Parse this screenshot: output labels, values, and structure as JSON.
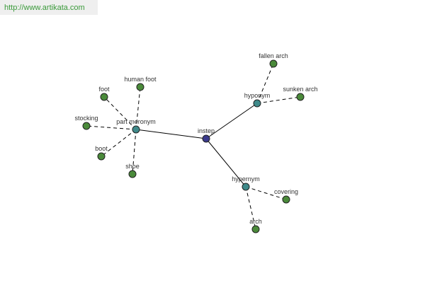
{
  "banner": {
    "url": "http://www.artikata.com"
  },
  "colors": {
    "center": "#3a3a8c",
    "relation": "#3f8a8a",
    "leaf": "#4a8a3a",
    "edge": "#000000",
    "stroke": "#222222"
  },
  "graph": {
    "center": {
      "id": "instep",
      "label": "instep"
    },
    "relations": [
      {
        "id": "part-meronym",
        "label": "part meronym",
        "leaves": [
          "human foot",
          "foot",
          "stocking",
          "boot",
          "shoe"
        ]
      },
      {
        "id": "hyponym",
        "label": "hyponym",
        "leaves": [
          "fallen arch",
          "sunken arch"
        ]
      },
      {
        "id": "hypernym",
        "label": "hypernym",
        "leaves": [
          "covering",
          "arch"
        ]
      }
    ]
  }
}
